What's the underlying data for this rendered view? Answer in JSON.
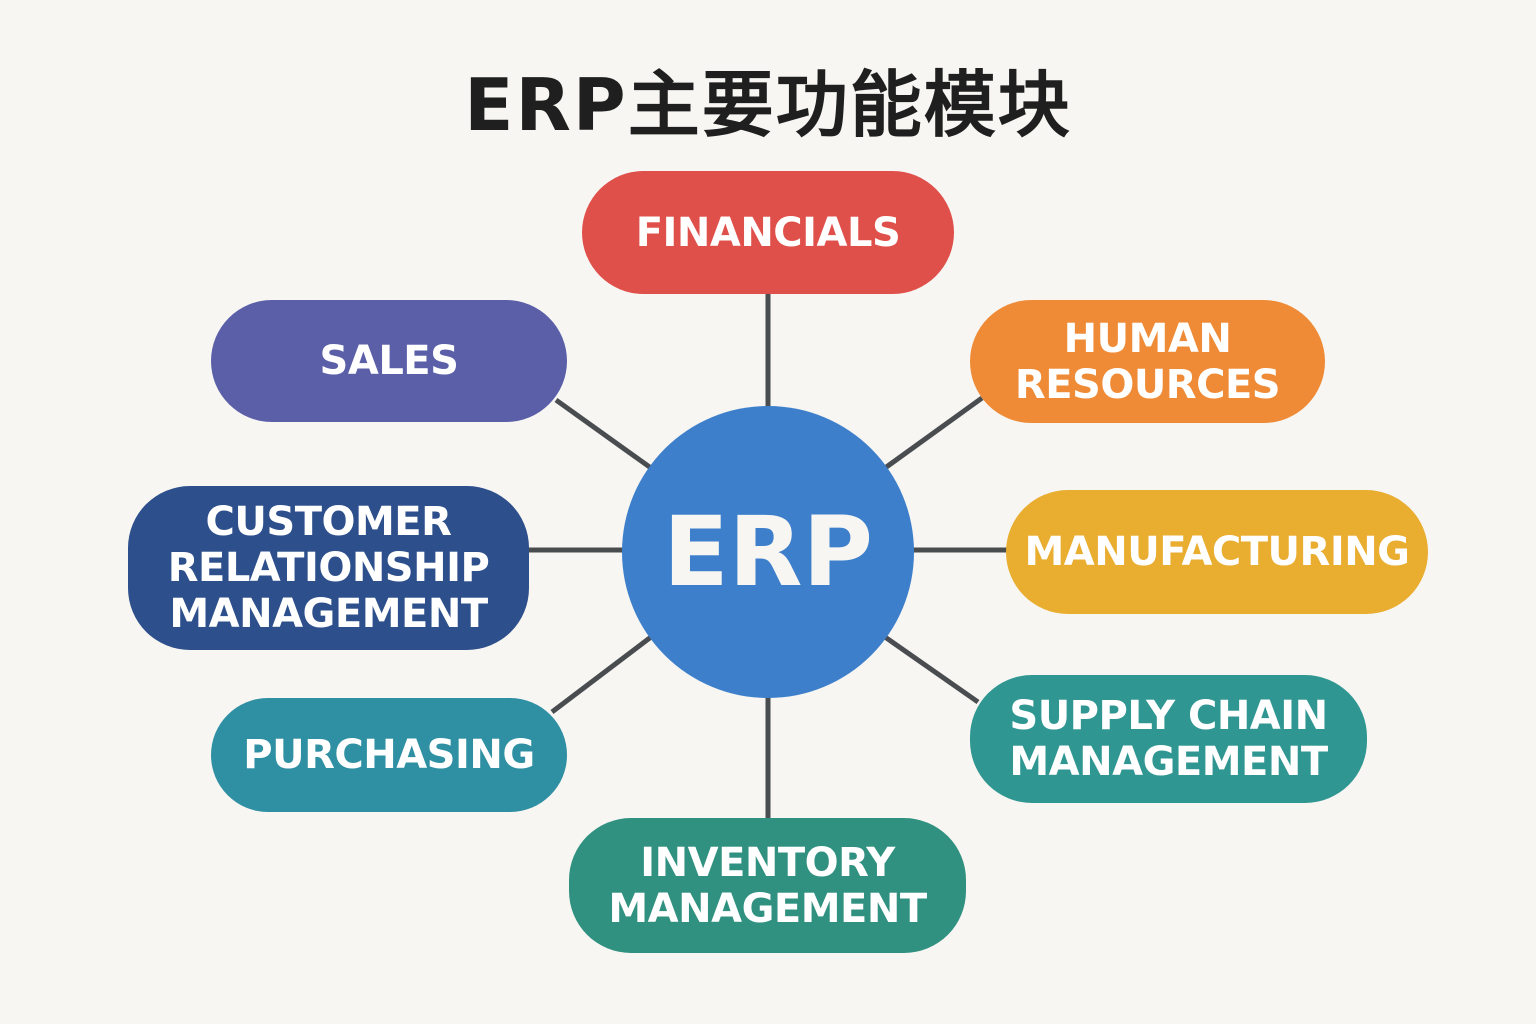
{
  "title": "ERP主要功能模块",
  "center": {
    "label": "ERP",
    "color": "#3d7fcb"
  },
  "connector_color": "#4a4d50",
  "modules": [
    {
      "id": "financials",
      "label": "FINANCIALS",
      "color": "#e0504a"
    },
    {
      "id": "human-resources",
      "label": "HUMAN\nRESOURCES",
      "color": "#ef8b36"
    },
    {
      "id": "manufacturing",
      "label": "MANUFACTURING",
      "color": "#e9ad30"
    },
    {
      "id": "supply-chain-management",
      "label": "SUPPLY CHAIN\nMANAGEMENT",
      "color": "#2f9692"
    },
    {
      "id": "inventory-management",
      "label": "INVENTORY\nMANAGEMENT",
      "color": "#319181"
    },
    {
      "id": "purchasing",
      "label": "PURCHASING",
      "color": "#2f8fa3"
    },
    {
      "id": "customer-relationship-management",
      "label": "CUSTOMER\nRELATIONSHIP\nMANAGEMENT",
      "color": "#2d4f8b"
    },
    {
      "id": "sales",
      "label": "SALES",
      "color": "#5a5fa8"
    }
  ]
}
